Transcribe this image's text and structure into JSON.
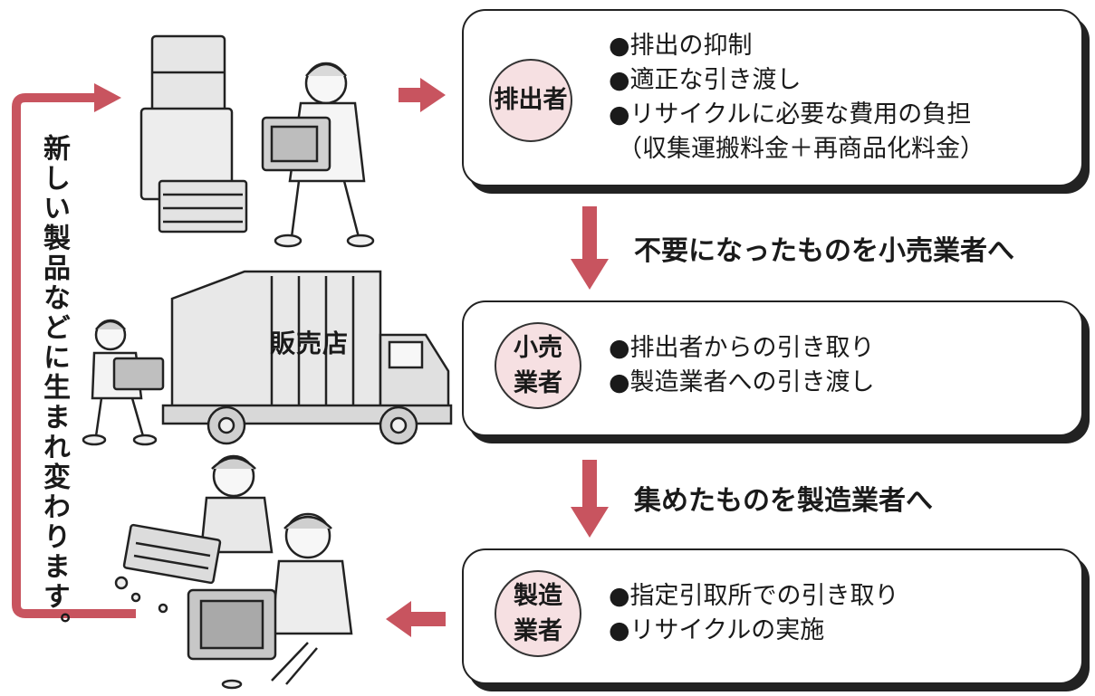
{
  "colors": {
    "arrow": "#c8545f",
    "badge_fill": "#f6e0e2"
  },
  "loop_text": "新しい製品などに生まれ変わります。",
  "boxes": [
    {
      "badge": [
        "排出者"
      ],
      "items": [
        "●排出の抑制",
        "●適正な引き渡し",
        "●リサイクルに必要な費用の負担",
        "（収集運搬料金＋再商品化料金）"
      ]
    },
    {
      "badge": [
        "小売",
        "業者"
      ],
      "items": [
        "●排出者からの引き取り",
        "●製造業者への引き渡し"
      ]
    },
    {
      "badge": [
        "製造",
        "業者"
      ],
      "items": [
        "●指定引取所での引き取り",
        "●リサイクルの実施"
      ]
    }
  ],
  "flow_labels": [
    "不要になったものを小売業者へ",
    "集めたものを製造業者へ"
  ],
  "illustrations": {
    "truck_sign": "販売店"
  }
}
